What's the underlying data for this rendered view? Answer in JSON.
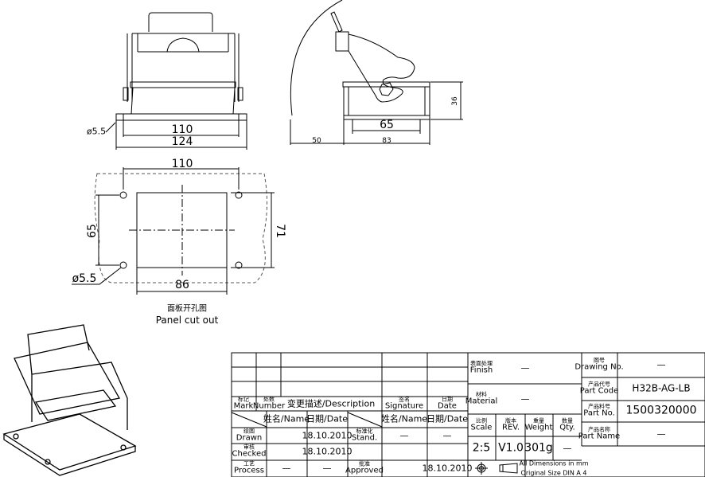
{
  "dimensions": {
    "front_hole": "ø5.5",
    "front_110": "110",
    "front_124": "124",
    "side_65": "65",
    "side_50": "50",
    "side_83": "83",
    "side_36": "36",
    "panel_110": "110",
    "panel_65": "65",
    "panel_71": "71",
    "panel_86": "86",
    "panel_hole": "ø5.5"
  },
  "panel_cutout": {
    "title_cn": "面板开孔图",
    "title_en": "Panel cut out"
  },
  "revision_table": {
    "mark": {
      "cn": "标记",
      "en": "Mark"
    },
    "number": {
      "cn": "处数",
      "en": "Number"
    },
    "description": "变更描述/Description",
    "signature": {
      "cn": "签名",
      "en": "Signature"
    },
    "date": {
      "cn": "日期",
      "en": "Date"
    }
  },
  "approval_table": {
    "name_header": "姓名/Name",
    "date_header": "日期/Date",
    "name_header2": "姓名/Name",
    "date_header2": "日期/Date",
    "drawn": {
      "cn": "绘图",
      "en": "Drawn",
      "name": "",
      "date": "18.10.2010"
    },
    "checked": {
      "cn": "审核",
      "en": "Checked",
      "name": "",
      "date": "18.10.2010"
    },
    "process": {
      "cn": "工艺",
      "en": "Process",
      "name": "—",
      "date": "—"
    },
    "stand": {
      "cn": "标准化",
      "en": "Stand.",
      "name": "—",
      "date": "—"
    },
    "approved": {
      "cn": "批准",
      "en": "Approved",
      "name": "",
      "date": "18.10.2010"
    }
  },
  "info": {
    "finish": {
      "cn": "表面处理",
      "en": "Finish",
      "value": "—"
    },
    "material": {
      "cn": "材料",
      "en": "Material",
      "value": "—"
    },
    "scale": {
      "cn": "比例",
      "en": "Scale",
      "value": "2:5"
    },
    "rev": {
      "cn": "版本",
      "en": "REV.",
      "value": "V1.0"
    },
    "weight": {
      "cn": "重量",
      "en": "Weight",
      "value": "301g"
    },
    "qty": {
      "cn": "数量",
      "en": "Qty.",
      "value": "—"
    },
    "note1": "All Dimensions in mm",
    "note2": "Original Size DIN A 4"
  },
  "identity": {
    "drawing_no": {
      "cn": "图号",
      "en": "Drawing No.",
      "value": "—"
    },
    "part_code": {
      "cn": "产品代号",
      "en": "Part Code",
      "value": "H32B-AG-LB"
    },
    "part_no": {
      "cn": "产品料号",
      "en": "Part No.",
      "value": "1500320000"
    },
    "part_name": {
      "cn": "产品名称",
      "en": "Part Name",
      "value": "—"
    }
  }
}
